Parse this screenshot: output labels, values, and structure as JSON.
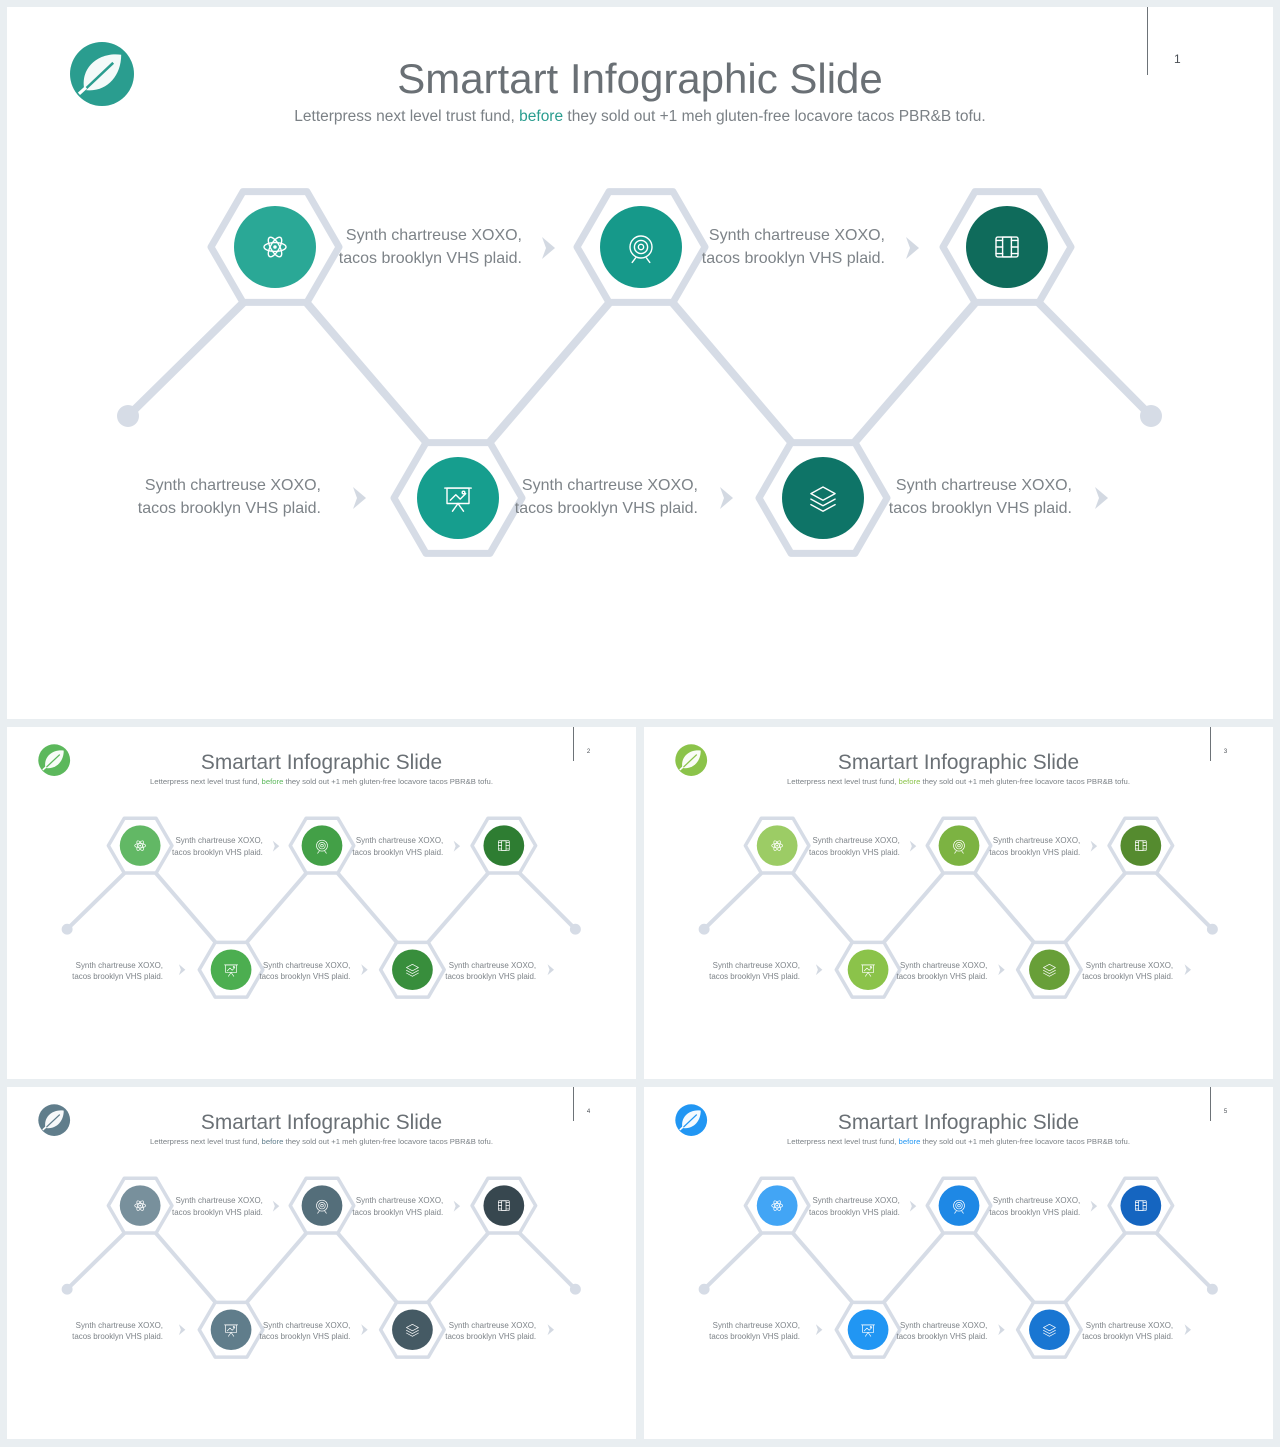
{
  "slides": [
    {
      "page_number": "1",
      "title": "Smartart Infographic Slide",
      "subtitle": {
        "before": "Letterpress next level trust fund,",
        "highlight": "before",
        "after": "they sold out +1 meh gluten-free locavore tacos PBR&B tofu."
      },
      "colors": {
        "logo": "#2a9d8f",
        "highlight": "#2a9d8f",
        "circles": [
          "#2aa896",
          "#16998a",
          "#0f6b5b",
          "#169e8e",
          "#0e7467"
        ]
      }
    },
    {
      "page_number": "2",
      "title": "Smartart Infographic Slide",
      "subtitle": {
        "before": "Letterpress next level trust fund,",
        "highlight": "before",
        "after": "they sold out +1 meh gluten-free locavore tacos PBR&B tofu."
      },
      "colors": {
        "logo": "#5cb85c",
        "highlight": "#5cb85c",
        "circles": [
          "#62b865",
          "#43a047",
          "#2e7d32",
          "#4cae50",
          "#388e3c"
        ]
      }
    },
    {
      "page_number": "3",
      "title": "Smartart Infographic Slide",
      "subtitle": {
        "before": "Letterpress next level trust fund,",
        "highlight": "before",
        "after": "they sold out +1 meh gluten-free locavore tacos PBR&B tofu."
      },
      "colors": {
        "logo": "#8bc34a",
        "highlight": "#8bc34a",
        "circles": [
          "#9ccc65",
          "#7cb342",
          "#558b2f",
          "#8bc34a",
          "#689f38"
        ]
      }
    },
    {
      "page_number": "4",
      "title": "Smartart Infographic Slide",
      "subtitle": {
        "before": "Letterpress next level trust fund,",
        "highlight": "before",
        "after": "they sold out +1 meh gluten-free locavore tacos PBR&B tofu."
      },
      "colors": {
        "logo": "#607d8b",
        "highlight": "#607d8b",
        "circles": [
          "#78909c",
          "#546e7a",
          "#37474f",
          "#607d8b",
          "#455a64"
        ]
      }
    },
    {
      "page_number": "5",
      "title": "Smartart Infographic Slide",
      "subtitle": {
        "before": "Letterpress next level trust fund,",
        "highlight": "before",
        "after": "they sold out +1 meh gluten-free locavore tacos PBR&B tofu."
      },
      "colors": {
        "logo": "#2196f3",
        "highlight": "#2196f3",
        "circles": [
          "#42a5f5",
          "#1e88e5",
          "#1565c0",
          "#2196f3",
          "#1976d2"
        ]
      }
    }
  ],
  "steps": [
    {
      "line1": "Synth chartreuse XOXO,",
      "line2": "tacos brooklyn VHS plaid.",
      "icon": "atom-icon"
    },
    {
      "line1": "Synth chartreuse XOXO,",
      "line2": "tacos brooklyn VHS plaid.",
      "icon": "target-icon"
    },
    {
      "line1": "Synth chartreuse XOXO,",
      "line2": "tacos brooklyn VHS plaid.",
      "icon": "film-icon"
    },
    {
      "line1": "Synth chartreuse XOXO,",
      "line2": "tacos brooklyn VHS plaid.",
      "icon": "presentation-icon"
    },
    {
      "line1": "Synth chartreuse XOXO,",
      "line2": "tacos brooklyn VHS plaid.",
      "icon": "layers-icon"
    },
    {
      "line1": "Synth chartreuse XOXO,",
      "line2": "tacos brooklyn VHS plaid.",
      "icon": ""
    }
  ],
  "connector_color": "#d6dce6",
  "arrow_color": "#d3d9e2"
}
